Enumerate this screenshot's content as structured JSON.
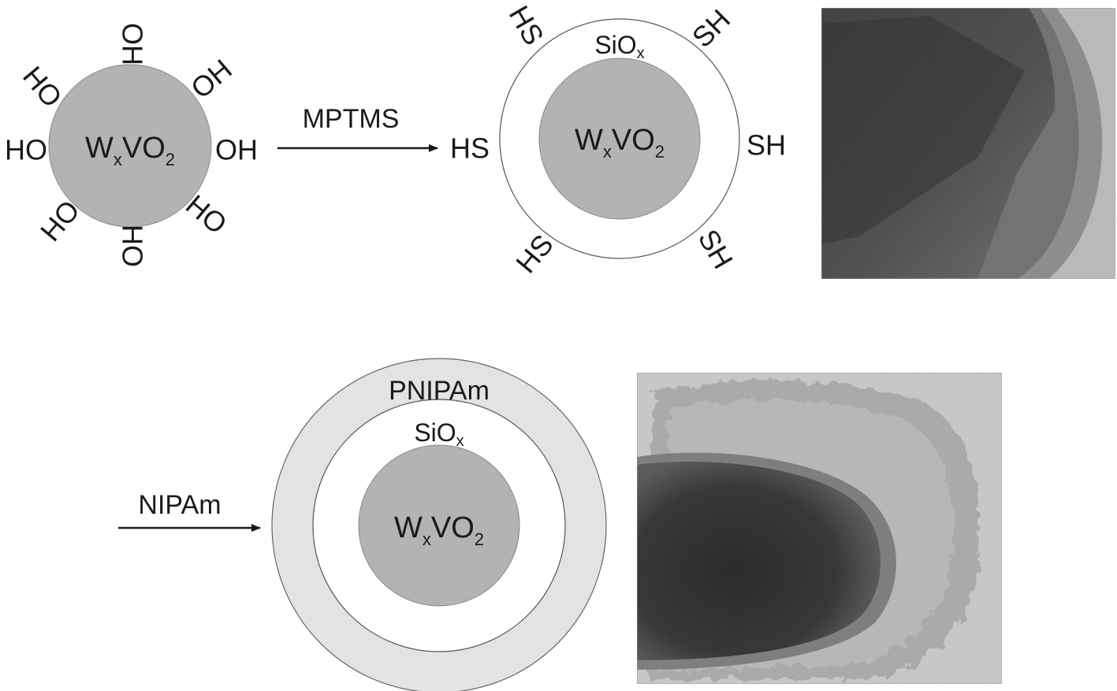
{
  "panel1": {
    "core": {
      "main": "W",
      "sub1": "x",
      "mid": "VO",
      "sub2": "2"
    },
    "groups": [
      "OH",
      "OH",
      "OH",
      "HO",
      "HO",
      "HO",
      "HO",
      "HO"
    ]
  },
  "step1": {
    "label": "MPTMS"
  },
  "panel2": {
    "shell": {
      "main": "SiO",
      "sub": "x"
    },
    "core": {
      "main": "W",
      "sub1": "x",
      "mid": "VO",
      "sub2": "2"
    },
    "groups": [
      "HS",
      "SH",
      "SH",
      "SH",
      "HS",
      "HS"
    ]
  },
  "step2": {
    "label": "NIPAm"
  },
  "panel3": {
    "outer": {
      "label": "PNIPAm"
    },
    "shell": {
      "main": "SiO",
      "sub": "x"
    },
    "core": {
      "main": "W",
      "sub1": "x",
      "mid": "VO",
      "sub2": "2"
    }
  },
  "colors": {
    "core_fill": "#b3b3b3",
    "outer_fill": "#e3e3e3",
    "line": "#1a1a1a"
  }
}
